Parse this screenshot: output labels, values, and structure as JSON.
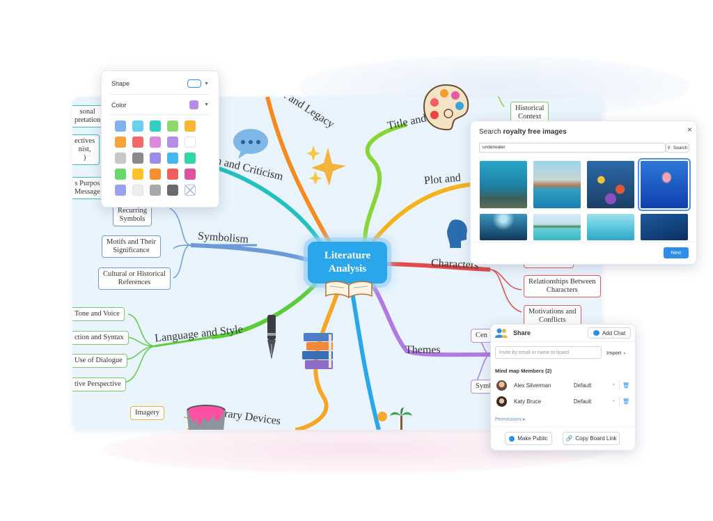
{
  "mindmap": {
    "central": {
      "line1": "Literature",
      "line2": "Analysis"
    },
    "branches": {
      "legacy": "t and Legacy",
      "criticism": "n and Criticism",
      "title": "Title and",
      "plot": "Plot and",
      "symbolism": "Symbolism",
      "characters": "Characters",
      "language": "Language and Style",
      "themes": "Themes",
      "devices": "rary Devices"
    },
    "nodes": {
      "personal": {
        "l1": "sonal",
        "l2": "pretation"
      },
      "perspectives": {
        "l1": "ectives",
        "l2": "nist,",
        "l3": ")"
      },
      "purpose": {
        "l1": "s Purpos",
        "l2": "Message"
      },
      "recurring": {
        "l1": "Recurring",
        "l2": "Symbols"
      },
      "motifs": {
        "l1": "Motifs and Their",
        "l2": "Significance"
      },
      "cultural": {
        "l1": "Cultural or Historical",
        "l2": "References"
      },
      "tone": "Tone and Voice",
      "diction": "ction and Syntax",
      "dialogue": "Use of Dialogue",
      "narrative": "tive Perspective",
      "imagery": "Imagery",
      "historical": {
        "l1": "Historical",
        "l2": "Context"
      },
      "relationships": {
        "l1": "Relationships Between",
        "l2": "Characters"
      },
      "motivations": {
        "l1": "Motivations and",
        "l2": "Conflicts"
      },
      "cen": "Cen",
      "symb": "Symb"
    }
  },
  "shape_panel": {
    "shape_label": "Shape",
    "color_label": "Color",
    "selected_color": "#b48ee8",
    "swatches": [
      "#7fb2ee",
      "#6ad0f0",
      "#2fcfc4",
      "#8ed96b",
      "#f7b731",
      "#f7a23a",
      "#f3686b",
      "#d98ad9",
      "#b48ee8",
      "#ffffff",
      "#c8c8c8",
      "#8a8a8a",
      "#9b8de8",
      "#42b8f0",
      "#2fd6a8",
      "#6bd76b",
      "#fcc12b",
      "#f88f2f",
      "#f05d5d",
      "#e0519f",
      "#9aa2f0",
      "#eeeeee",
      "#a8a8a8",
      "#6a6a6a",
      "none"
    ]
  },
  "image_search": {
    "title_prefix": "Search ",
    "title_bold": "royalty free images",
    "query": "underwater",
    "search_label": "Search",
    "next_label": "Next",
    "close": "×",
    "images": [
      "underwater-reef",
      "sea-arch",
      "coral-fish",
      "jellyfish",
      "underwater-sun",
      "island",
      "sea-surface",
      "deep-blue"
    ],
    "selected_index": 3
  },
  "share": {
    "title": "Share",
    "add_chat": "Add Chat",
    "invite_placeholder": "Invite by email or name to board",
    "import_label": "Import",
    "members_heading": "Mind map Members (2)",
    "members": [
      {
        "name": "Alex Silverman",
        "role": "Default"
      },
      {
        "name": "Katy Bruce",
        "role": "Default"
      }
    ],
    "permissions": "Permissions",
    "make_public": "Make Public",
    "copy_link": "Copy Board Link"
  }
}
